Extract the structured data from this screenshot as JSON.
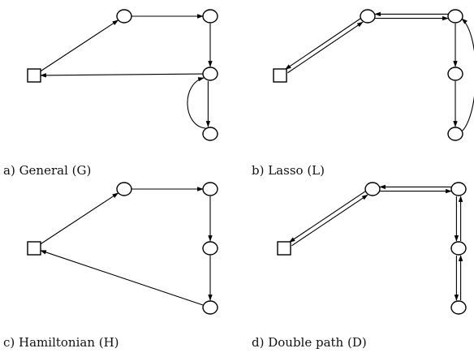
{
  "panels": [
    {
      "id": "general",
      "caption": "a) General (G)",
      "nodes": [
        {
          "id": "depot",
          "shape": "square"
        },
        {
          "id": "n1",
          "shape": "circle"
        },
        {
          "id": "n2",
          "shape": "circle"
        },
        {
          "id": "n3",
          "shape": "circle"
        },
        {
          "id": "n4",
          "shape": "circle"
        }
      ],
      "edges": [
        {
          "from": "depot",
          "to": "n1"
        },
        {
          "from": "n1",
          "to": "n2"
        },
        {
          "from": "n2",
          "to": "n3"
        },
        {
          "from": "n3",
          "to": "depot"
        },
        {
          "from": "n3",
          "to": "n4"
        },
        {
          "from": "n4",
          "to": "n3",
          "curved": true
        }
      ]
    },
    {
      "id": "lasso",
      "caption": "b) Lasso (L)",
      "nodes": [
        {
          "id": "depot",
          "shape": "square"
        },
        {
          "id": "n1",
          "shape": "circle"
        },
        {
          "id": "n2",
          "shape": "circle"
        },
        {
          "id": "n3",
          "shape": "circle"
        },
        {
          "id": "n4",
          "shape": "circle"
        }
      ],
      "edges": [
        {
          "from": "depot",
          "to": "n1"
        },
        {
          "from": "n1",
          "to": "depot"
        },
        {
          "from": "n1",
          "to": "n2"
        },
        {
          "from": "n2",
          "to": "n1"
        },
        {
          "from": "n2",
          "to": "n3"
        },
        {
          "from": "n3",
          "to": "n4"
        },
        {
          "from": "n4",
          "to": "n2",
          "curved": true
        }
      ]
    },
    {
      "id": "hamiltonian",
      "caption": "c) Hamiltonian (H)",
      "nodes": [
        {
          "id": "depot",
          "shape": "square"
        },
        {
          "id": "n1",
          "shape": "circle"
        },
        {
          "id": "n2",
          "shape": "circle"
        },
        {
          "id": "n3",
          "shape": "circle"
        },
        {
          "id": "n4",
          "shape": "circle"
        }
      ],
      "edges": [
        {
          "from": "depot",
          "to": "n1"
        },
        {
          "from": "n1",
          "to": "n2"
        },
        {
          "from": "n2",
          "to": "n3"
        },
        {
          "from": "n3",
          "to": "n4"
        },
        {
          "from": "n4",
          "to": "depot"
        }
      ]
    },
    {
      "id": "double-path",
      "caption": "d) Double path (D)",
      "nodes": [
        {
          "id": "depot",
          "shape": "square"
        },
        {
          "id": "n1",
          "shape": "circle"
        },
        {
          "id": "n2",
          "shape": "circle"
        },
        {
          "id": "n3",
          "shape": "circle"
        },
        {
          "id": "n4",
          "shape": "circle"
        }
      ],
      "edges": [
        {
          "from": "depot",
          "to": "n1"
        },
        {
          "from": "n1",
          "to": "depot"
        },
        {
          "from": "n1",
          "to": "n2"
        },
        {
          "from": "n2",
          "to": "n1"
        },
        {
          "from": "n2",
          "to": "n3"
        },
        {
          "from": "n3",
          "to": "n2"
        },
        {
          "from": "n3",
          "to": "n4"
        },
        {
          "from": "n4",
          "to": "n3"
        }
      ]
    }
  ]
}
